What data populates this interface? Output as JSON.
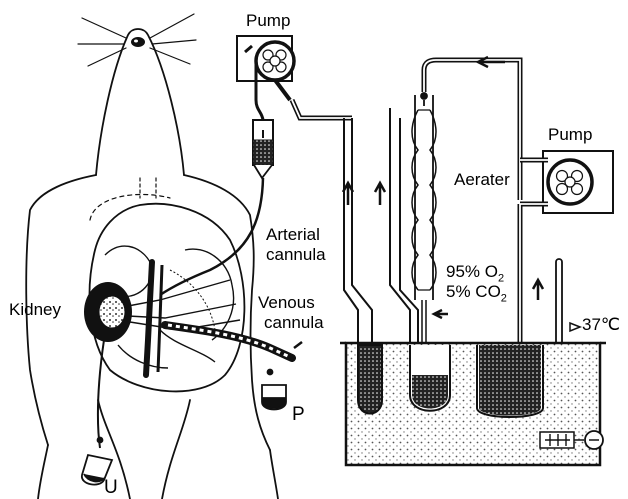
{
  "labels": {
    "pump_top": "Pump",
    "pump_right": "Pump",
    "aerater": "Aerater",
    "arterial": "Arterial",
    "arterial_2": "cannula",
    "venous": "Venous",
    "venous_2": "cannula",
    "kidney": "Kidney",
    "gas_1_pct": "95% O",
    "gas_1_sub": "2",
    "gas_2_pct": "5% CO",
    "gas_2_sub": "2",
    "temp": "37℃",
    "p": "P",
    "u": "U"
  },
  "colors": {
    "ink": "#111111",
    "paper": "#ffffff",
    "bath": "#ececec"
  }
}
